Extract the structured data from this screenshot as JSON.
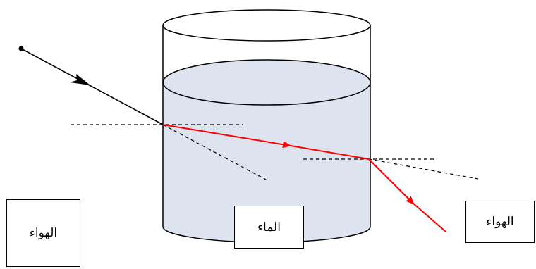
{
  "labels": {
    "air_left": "الهواء",
    "water": "الماء",
    "air_right": "الهواء"
  },
  "colors": {
    "incident_ray": "#000000",
    "refracted_ray": "#ff0000",
    "water_fill": "#dde4ef",
    "outline": "#000000"
  }
}
